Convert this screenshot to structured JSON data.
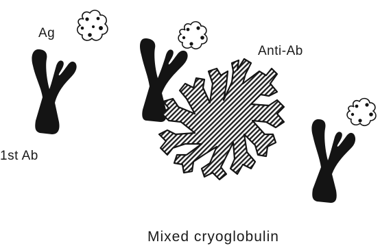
{
  "labels": {
    "antigen": "Ag",
    "first_antibody": "1st Ab",
    "anti_antibody": "Anti-Ab",
    "complex": "Mixed cryoglobulin"
  },
  "colors": {
    "ink": "#141414",
    "background": "#ffffff"
  }
}
